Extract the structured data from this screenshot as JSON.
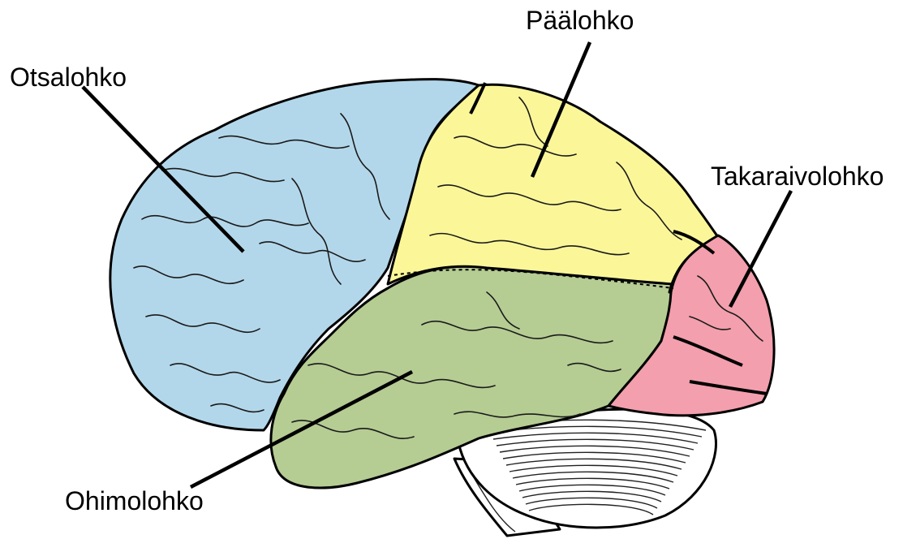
{
  "diagram": {
    "lobes": [
      {
        "id": "frontal",
        "label": "Otsalohko",
        "color": "#b3d7ea"
      },
      {
        "id": "parietal",
        "label": "Päälohko",
        "color": "#fbf799"
      },
      {
        "id": "occipital",
        "label": "Takaraivolohko",
        "color": "#f39fad"
      },
      {
        "id": "temporal",
        "label": "Ohimolohko",
        "color": "#b5cc93"
      }
    ],
    "cerebellum_color": "#ffffff",
    "brainstem_color": "#ffffff"
  }
}
